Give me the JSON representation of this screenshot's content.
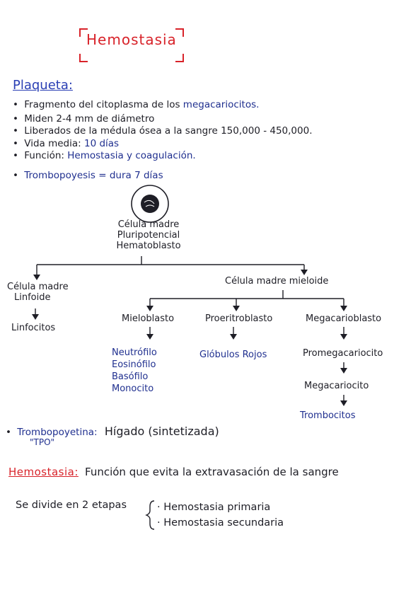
{
  "title": "Hemostasia",
  "plaqueta": {
    "heading": "Plaqueta:",
    "lines": [
      {
        "text": "Fragmento del citoplasma de los ",
        "accent": "megacariocitos."
      },
      {
        "text": "Miden 2-4 mm de diámetro",
        "accent": ""
      },
      {
        "text": "Liberados de la médula ósea a la sangre ",
        "accent": "150,000 - 450,000."
      },
      {
        "text": "Vida media: ",
        "accent": "10 días"
      },
      {
        "text": "Función: ",
        "accent": "Hemostasia y coagulación."
      }
    ],
    "trombopoyesis": "Trombopoyesis = dura 7 días"
  },
  "diagram": {
    "root": [
      "Célula madre",
      "Pluripotencial",
      "Hematoblasto"
    ],
    "left_branch": {
      "label": [
        "Célula madre",
        "Linfoide"
      ],
      "child": "Linfocitos"
    },
    "right_branch": {
      "label": "Célula madre mieloide"
    },
    "mieloblasto": {
      "label": "Mieloblasto",
      "children": [
        "Neutrófilo",
        "Eosinófilo",
        "Basófilo",
        "Monocito"
      ]
    },
    "proeritroblasto": {
      "label": "Proeritroblasto",
      "child": "Glóbulos Rojos"
    },
    "megacarioblasto": {
      "label": "Megacarioblasto",
      "chain": [
        "Promegacariocito",
        "Megacariocito",
        "Trombocitos"
      ]
    }
  },
  "trombopoyetina": {
    "label": "Trombopoyetina:",
    "abbr": "\"TPO\"",
    "value": "Hígado (sintetizada)"
  },
  "hemostasia_def": {
    "heading": "Hemostasia:",
    "text": "Función que evita la extravasación de la sangre"
  },
  "etapas": {
    "intro": "Se divide en 2 etapas",
    "items": [
      "Hemostasia primaria",
      "Hemostasia secundaria"
    ]
  },
  "colors": {
    "accent_red": "#d8232a",
    "accent_blue": "#1f2f8f",
    "ink": "#1e1e26"
  }
}
